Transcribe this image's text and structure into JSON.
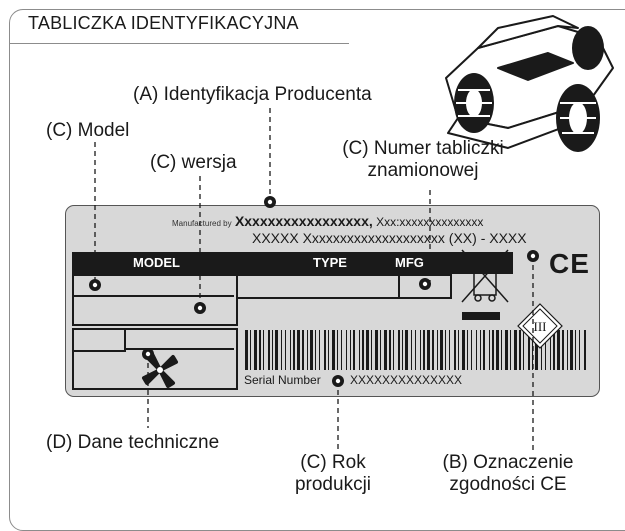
{
  "header": {
    "title": "TABLICZKA IDENTYFIKACYJNA"
  },
  "callouts": {
    "manufacturer": "(A) Identyfikacja Producenta",
    "model": "(C) Model",
    "version": "(C) wersja",
    "plate_number_1": "(C) Numer tabliczki",
    "plate_number_2": "znamionowej",
    "technical_1": "(D) Dane techniczne",
    "year_1": "(C) Rok",
    "year_2": "produkcji",
    "ce_1": "(B) Oznaczenie",
    "ce_2": "zgodności CE"
  },
  "plate": {
    "manufactured_by": "Manufactured by",
    "maker": "Xxxxxxxxxxxxxxxxx,",
    "maker_rest": "Xxx:xxxxxxxxxxxxxx",
    "address": "XXXXX Xxxxxxxxxxxxxxxxxxxx (XX) - XXXX",
    "col_model": "MODEL",
    "col_type": "TYPE",
    "col_mfg": "MFG",
    "serial_label": "Serial Number",
    "serial_value": "XXXXXXXXXXXXXX",
    "ce_mark": "CE",
    "class_mark": "III"
  },
  "icons": [
    "mower-image",
    "weee-bin-icon",
    "ce-mark",
    "class-iii-icon",
    "fan-icon",
    "barcode"
  ]
}
